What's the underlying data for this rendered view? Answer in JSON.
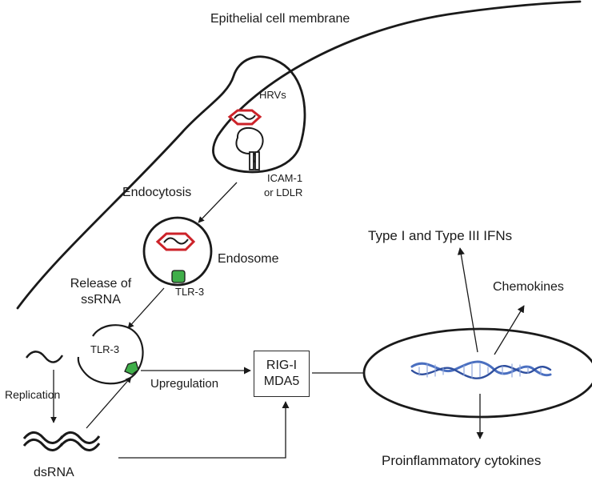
{
  "labels": {
    "membrane": "Epithelial cell membrane",
    "hrvs": "HRVs",
    "receptor_line1": "ICAM-1",
    "receptor_line2": "or LDLR",
    "endocytosis": "Endocytosis",
    "endosome": "Endosome",
    "release_line1": "Release of",
    "release_line2": "ssRNA",
    "tlr3_endosome": "TLR-3",
    "tlr3_vesicle": "TLR-3",
    "replication": "Replication",
    "dsrna": "dsRNA",
    "upregulation": "Upregulation",
    "rig_i": "RIG-I",
    "mda5": "MDA5",
    "ifns": "Type I and Type III IFNs",
    "chemokines": "Chemokines",
    "cytokines": "Proinflammatory cytokines"
  },
  "colors": {
    "virus_capsid": "#cc2229",
    "tlr3": "#3fae49",
    "dna_helix": "#4a6fc0",
    "line": "#1a1a1a"
  },
  "icons": [
    "virus-capsid-icon",
    "rna-strand-icon",
    "receptor-icon",
    "tlr3-icon",
    "dsrna-icon",
    "dna-helix-icon"
  ]
}
